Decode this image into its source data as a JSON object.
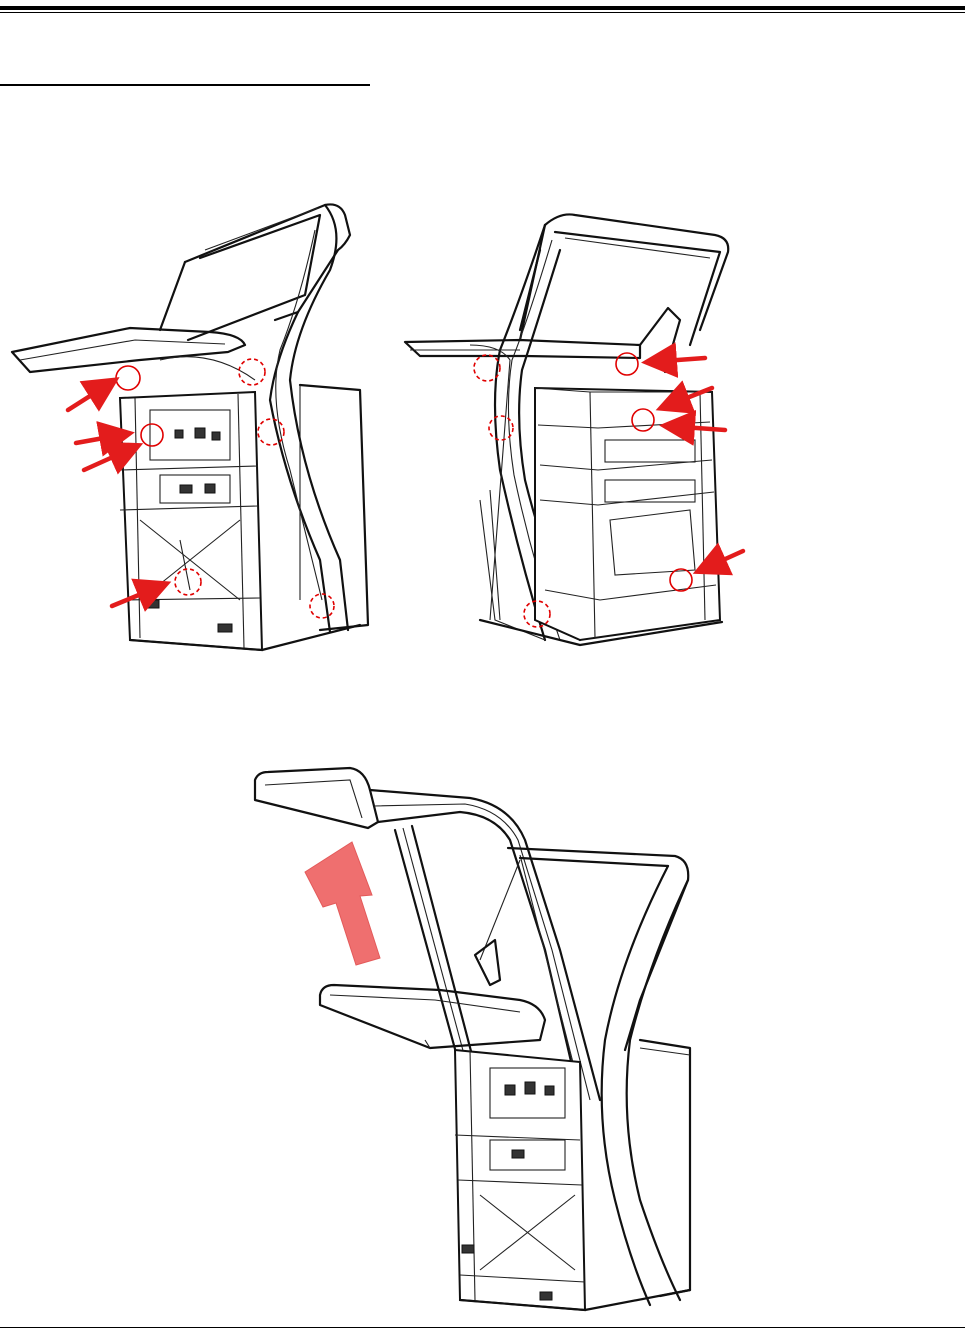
{
  "page": {
    "accent_color": "#e31c1c",
    "lift_arrow_color": "#ef6f6f",
    "figures": [
      {
        "view": "front-left",
        "solid_circles": 2,
        "dashed_circles": 4,
        "arrows": 4
      },
      {
        "view": "rear-right",
        "solid_circles": 3,
        "dashed_circles": 3,
        "arrows": 4
      },
      {
        "view": "monitor-frame-lift",
        "arrows": 1
      }
    ]
  }
}
